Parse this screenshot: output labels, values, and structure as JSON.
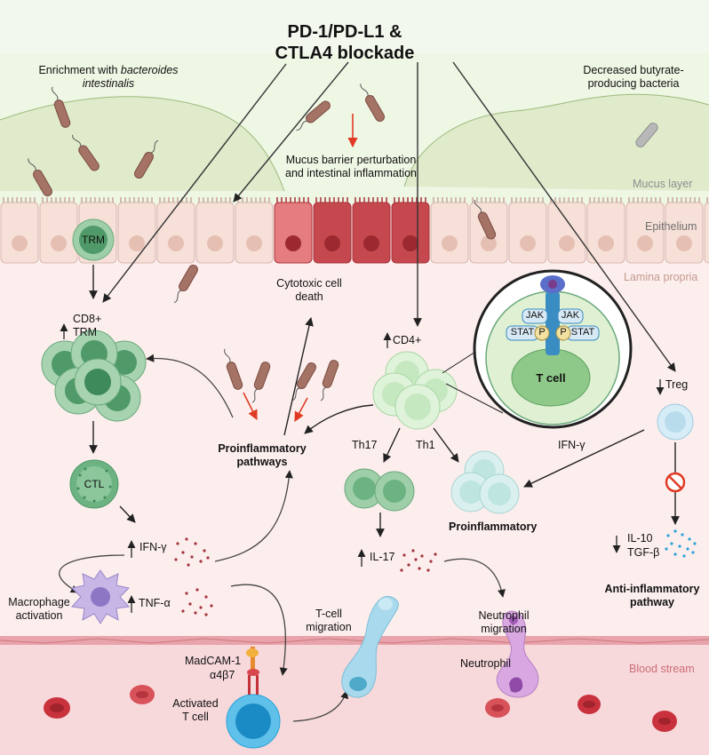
{
  "title_line1": "PD-1/PD-L1 &",
  "title_line2": "CTLA4 blockade",
  "labels": {
    "enrichment": "Enrichment with",
    "bacteroides": "bacteroides",
    "intestinalis": "intestinalis",
    "decreased_line1": "Decreased butyrate-",
    "decreased_line2": "producing bacteria",
    "mucus_barrier_line1": "Mucus barrier perturbation",
    "mucus_barrier_line2": "and intestinal inflammation",
    "mucus_layer": "Mucus layer",
    "epithelium": "Epithelium",
    "lamina_propria": "Lamina propria",
    "blood_stream": "Blood stream",
    "trm": "TRM",
    "cd8_trm_line1": "CD8+",
    "cd8_trm_line2": "TRM",
    "ctl": "CTL",
    "cytotoxic_line1": "Cytotoxic cell",
    "cytotoxic_line2": "death",
    "cd4": "CD4+",
    "jak": "JAK",
    "stat": "STAT",
    "p": "P",
    "t_cell": "T cell",
    "treg": "Treg",
    "proinflammatory_pathways_line1": "Proinflammatory",
    "proinflammatory_pathways_line2": "pathways",
    "th17": "Th17",
    "th1": "Th1",
    "ifn_gamma_right": "IFN-γ",
    "proinflammatory": "Proinflammatory",
    "ifn_gamma_left": "IFN-γ",
    "tnf_alpha": "TNF-α",
    "macrophage_line1": "Macrophage",
    "macrophage_line2": "activation",
    "il17": "IL-17",
    "il10": "IL-10",
    "tgf_beta": "TGF-β",
    "anti_inflammatory_line1": "Anti-inflammatory",
    "anti_inflammatory_line2": "pathway",
    "t_cell_migration_line1": "T-cell",
    "t_cell_migration_line2": "migration",
    "neutrophil_migration_line1": "Neutrophil",
    "neutrophil_migration_line2": "migration",
    "neutrophil": "Neutrophil",
    "madcam": "MadCAM-1",
    "a4b7": "α4β7",
    "activated_line1": "Activated",
    "activated_line2": "T cell"
  },
  "colors": {
    "mucus": "#dfebcb",
    "epithelium": "#f6e0d8",
    "lamina": "#fdeeee",
    "blood": "#f6d7da",
    "green_cell": "#9fcfa9",
    "light_green_cell": "#d8f0d8",
    "red_arrow": "#e03a24",
    "bacteria": "#a57266",
    "activated_t_cell": "#29a5d9"
  }
}
